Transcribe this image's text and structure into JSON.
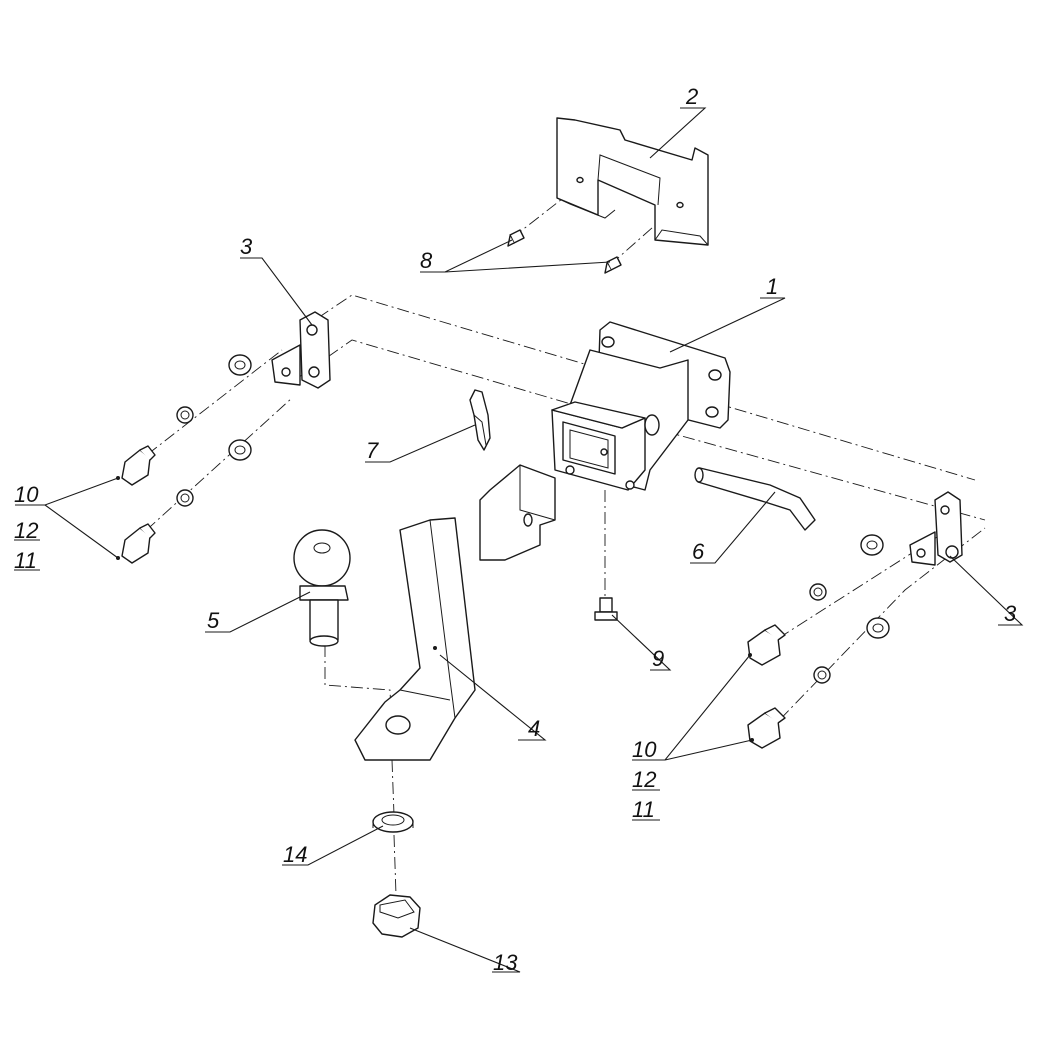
{
  "labels": {
    "p1": "1",
    "p2": "2",
    "p3_left": "3",
    "p3_right": "3",
    "p4": "4",
    "p5": "5",
    "p6": "6",
    "p7": "7",
    "p8": "8",
    "p9": "9",
    "p10_left": "10",
    "p12_left": "12",
    "p11_left": "11",
    "p10_right": "10",
    "p12_right": "12",
    "p11_right": "11",
    "p13": "13",
    "p14": "14"
  }
}
